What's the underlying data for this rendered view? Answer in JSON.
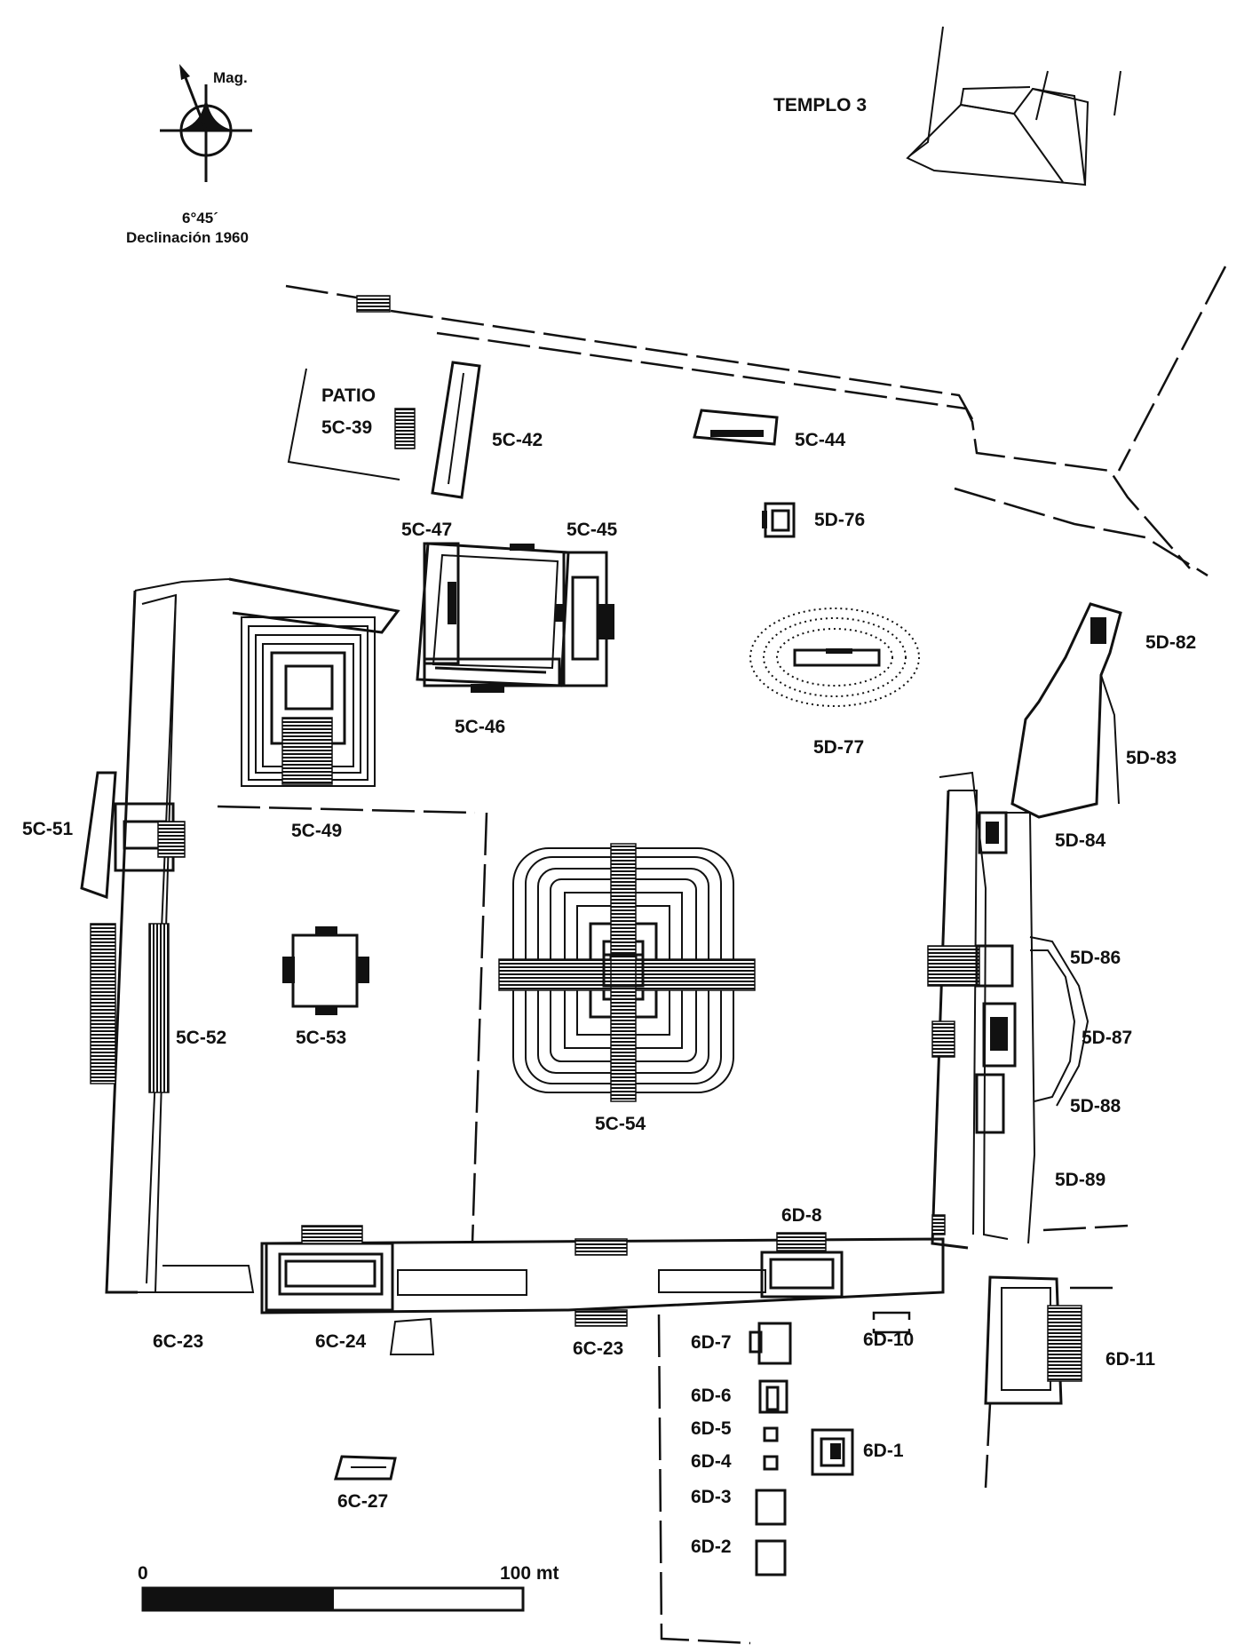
{
  "compass": {
    "north_label": "Mag.",
    "declination_angle": "6°45´",
    "declination_text": "Declinación 1960"
  },
  "scale_bar": {
    "start_label": "0",
    "end_label": "100 mt"
  },
  "labels": {
    "templo3": "TEMPLO 3",
    "patio": "PATIO",
    "s5c39": "5C-39",
    "s5c42": "5C-42",
    "s5c44": "5C-44",
    "s5d76": "5D-76",
    "s5c47": "5C-47",
    "s5c45": "5C-45",
    "s5c46": "5C-46",
    "s5d77": "5D-77",
    "s5d82": "5D-82",
    "s5d83": "5D-83",
    "s5d84": "5D-84",
    "s5c51": "5C-51",
    "s5c49": "5C-49",
    "s5c52": "5C-52",
    "s5c53": "5C-53",
    "s5c54": "5C-54",
    "s5d86": "5D-86",
    "s5d87": "5D-87",
    "s5d88": "5D-88",
    "s5d89": "5D-89",
    "s6d8": "6D-8",
    "s6c23a": "6C-23",
    "s6c24": "6C-24",
    "s6c23b": "6C-23",
    "s6d7": "6D-7",
    "s6d10": "6D-10",
    "s6d11": "6D-11",
    "s6d6": "6D-6",
    "s6d5": "6D-5",
    "s6d4": "6D-4",
    "s6d1": "6D-1",
    "s6d3": "6D-3",
    "s6d2": "6D-2",
    "s6c27": "6C-27"
  }
}
